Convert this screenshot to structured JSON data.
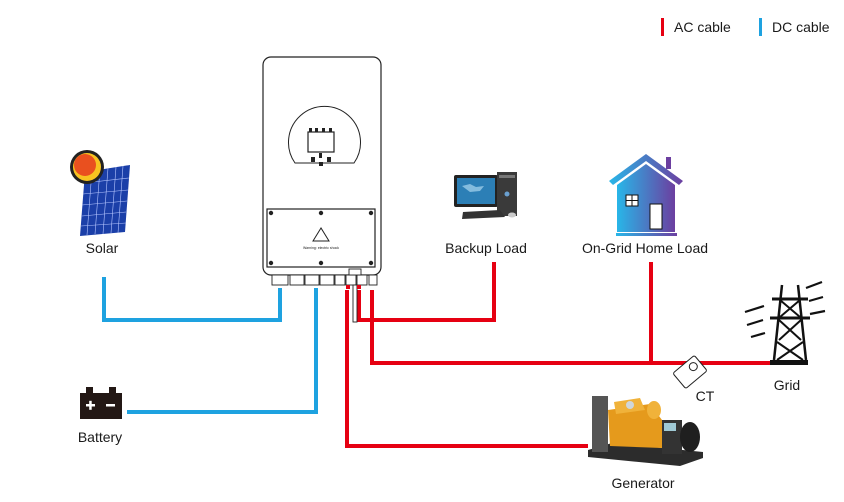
{
  "legend": {
    "ac": {
      "label": "AC cable",
      "color": "#e60012"
    },
    "dc": {
      "label": "DC cable",
      "color": "#1ea2e0"
    }
  },
  "components": {
    "solar": {
      "label": "Solar",
      "icon": "solar-panel-icon"
    },
    "battery": {
      "label": "Battery",
      "icon": "battery-icon"
    },
    "inverter": {
      "label": "",
      "icon": "hybrid-inverter-icon",
      "warning_text": "Warning: electric shock"
    },
    "backup_load": {
      "label": "Backup Load",
      "icon": "desktop-computer-icon"
    },
    "home_load": {
      "label": "On-Grid Home Load",
      "icon": "house-icon"
    },
    "grid": {
      "label": "Grid",
      "icon": "power-tower-icon"
    },
    "ct": {
      "label": "CT",
      "icon": "current-transformer-icon"
    },
    "generator": {
      "label": "Generator",
      "icon": "generator-icon"
    }
  },
  "connections": [
    {
      "from": "solar",
      "to": "inverter",
      "type": "DC"
    },
    {
      "from": "battery",
      "to": "inverter",
      "type": "DC"
    },
    {
      "from": "inverter",
      "to": "backup_load",
      "type": "AC"
    },
    {
      "from": "inverter",
      "to": "grid",
      "type": "AC",
      "via": [
        "home_load",
        "ct"
      ]
    },
    {
      "from": "inverter",
      "to": "generator",
      "type": "AC"
    }
  ]
}
